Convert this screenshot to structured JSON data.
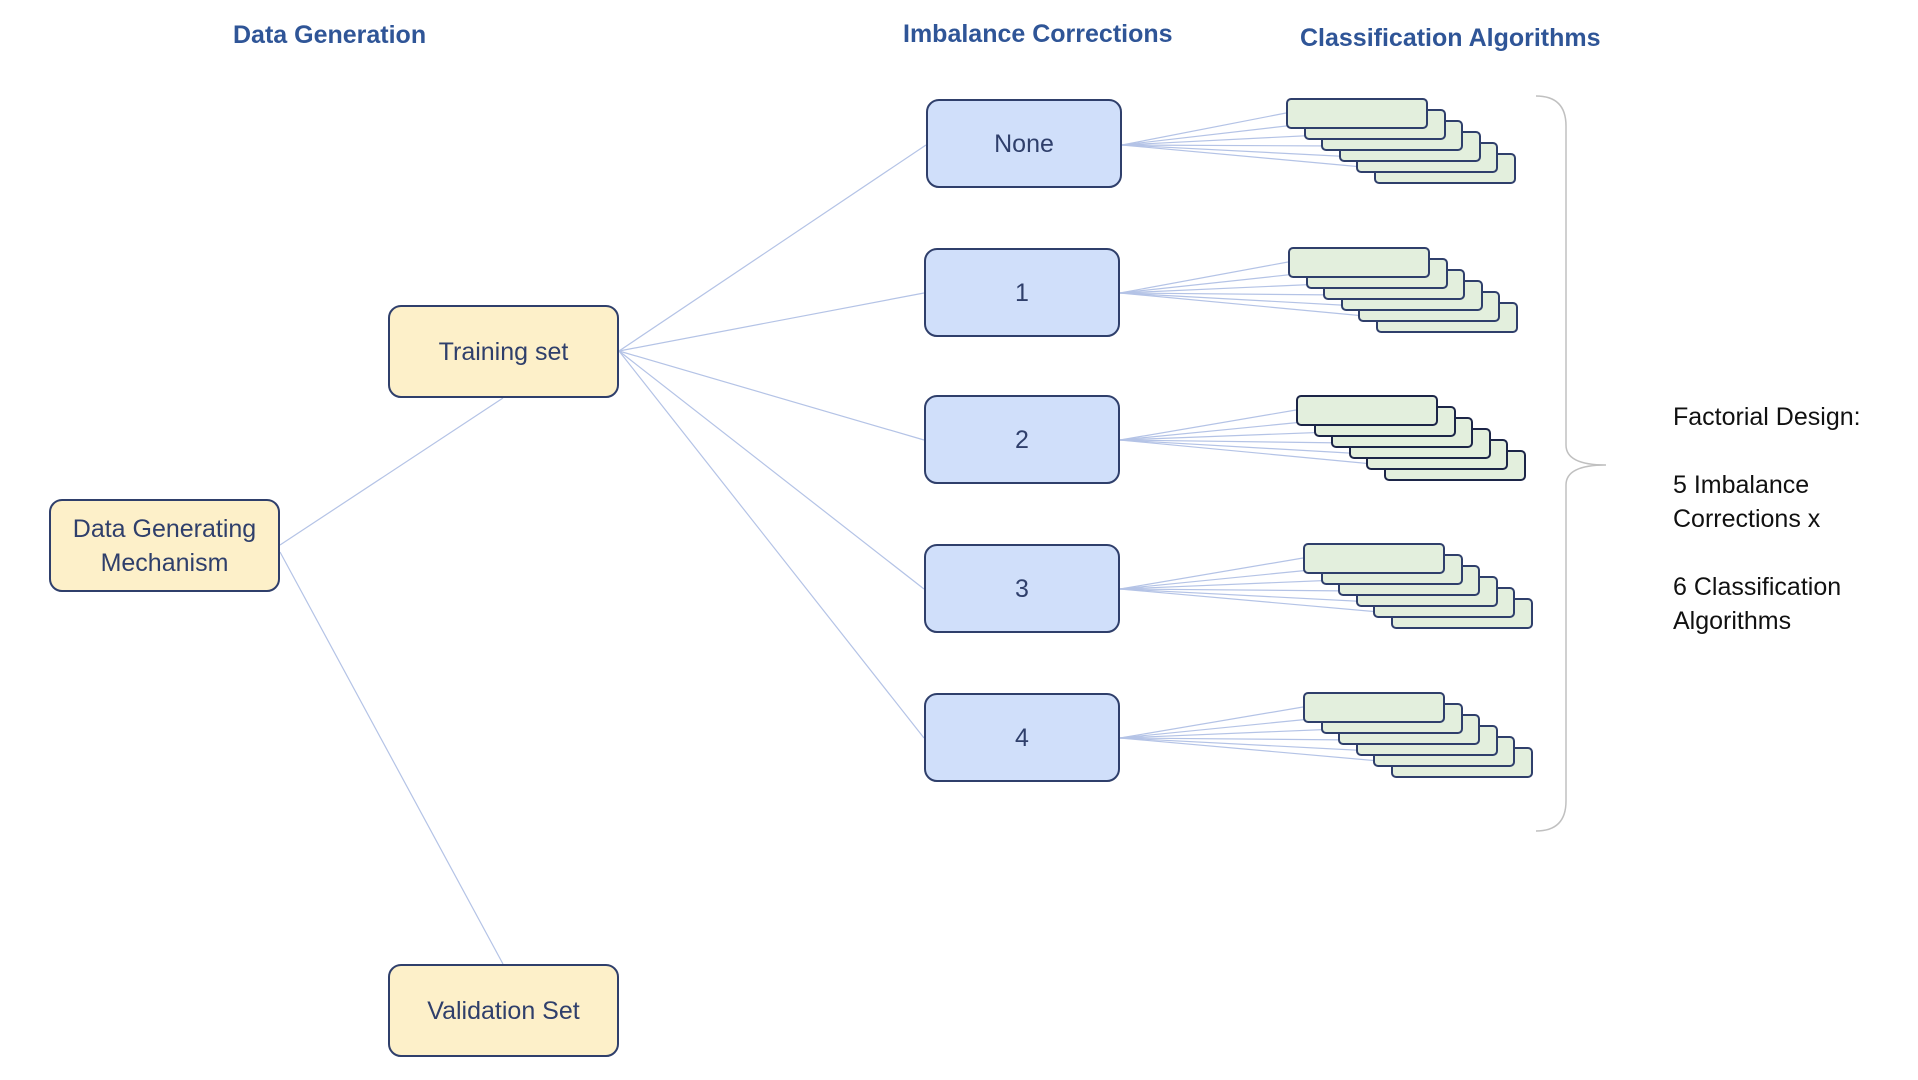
{
  "headers": {
    "data_generation": "Data Generation",
    "imbalance_corrections": "Imbalance Corrections",
    "classification_algorithms": "Classification Algorithms"
  },
  "nodes": {
    "mechanism": [
      "Data Generating",
      "Mechanism"
    ],
    "training": "Training set",
    "validation": "Validation Set"
  },
  "corrections": [
    "None",
    "1",
    "2",
    "3",
    "4"
  ],
  "algorithms_per_correction": 6,
  "summary": {
    "line1": "Factorial Design:",
    "line2": "5 Imbalance",
    "line3": "Corrections x",
    "line4": "6 Classification",
    "line5": "Algorithms"
  },
  "colors": {
    "header": "#2f5597",
    "node_border": "#2f3f6b",
    "yellow_fill": "#fdf0c9",
    "blue_fill": "#d0dffa",
    "green_fill": "#e3efdd",
    "connector": "#b4c3e6",
    "brace": "#c0c0c0"
  }
}
